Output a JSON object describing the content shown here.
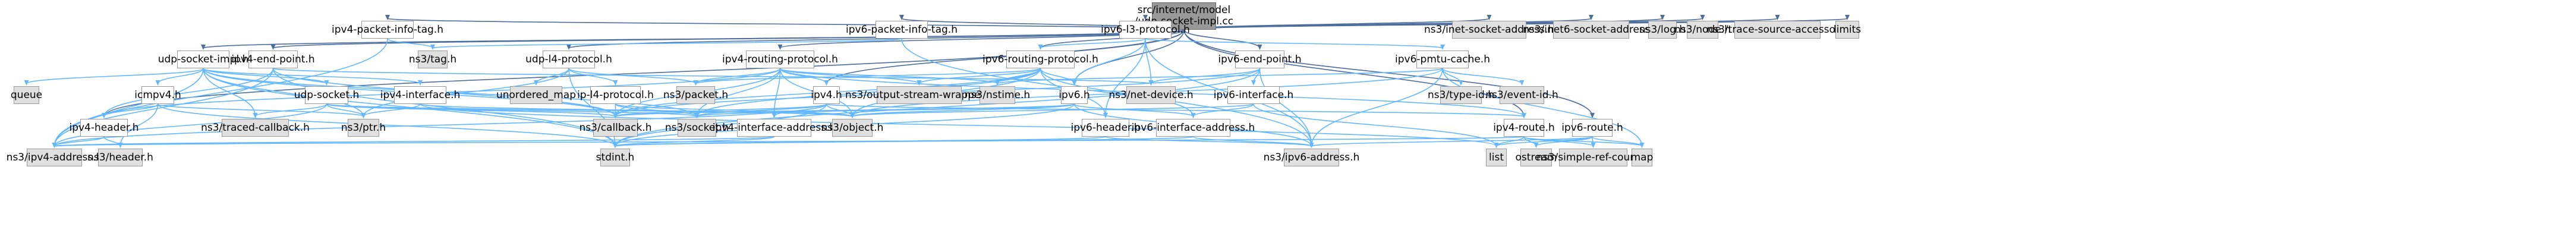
{
  "root": {
    "line1": "src/internet/model",
    "line2": "/udp-socket-impl.cc"
  },
  "nodes": {
    "ipv4_packet_info_tag_h": "ipv4-packet-info-tag.h",
    "ipv6_packet_info_tag_h": "ipv6-packet-info-tag.h",
    "ipv6_l3_protocol_h": "ipv6-l3-protocol.h",
    "inet_socket_address": "ns3/inet-socket-address.h",
    "inet6_socket_address": "ns3/inet6-socket-address.h",
    "log": "ns3/log.h",
    "node": "ns3/node.h",
    "trace_source_accessor": "ns3/trace-source-accessor.h",
    "limits": "limits",
    "tag": "ns3/tag.h",
    "udp_socket_impl_h": "udp-socket-impl.h",
    "ipv4_end_point_h": "ipv4-end-point.h",
    "udp_l4_protocol_h": "udp-l4-protocol.h",
    "ipv4_routing_protocol_h": "ipv4-routing-protocol.h",
    "ipv6_routing_protocol_h": "ipv6-routing-protocol.h",
    "ipv6_end_point_h": "ipv6-end-point.h",
    "ipv6_pmtu_cache_h": "ipv6-pmtu-cache.h",
    "queue": "queue",
    "icmpv4_h": "icmpv4.h",
    "udp_socket_h": "udp-socket.h",
    "ipv4_interface_h": "ipv4-interface.h",
    "unordered_map": "unordered_map",
    "ip_l4_protocol_h": "ip-l4-protocol.h",
    "packet": "ns3/packet.h",
    "ipv4_h": "ipv4.h",
    "output_stream_wrapper": "ns3/output-stream-wrapper.h",
    "nstime": "ns3/nstime.h",
    "ipv6_h": "ipv6.h",
    "net_device": "ns3/net-device.h",
    "ipv6_interface_h": "ipv6-interface.h",
    "type_id": "ns3/type-id.h",
    "event_id": "ns3/event-id.h",
    "ipv4_header_h": "ipv4-header.h",
    "traced_callback": "ns3/traced-callback.h",
    "ptr": "ns3/ptr.h",
    "callback": "ns3/callback.h",
    "socket": "ns3/socket.h",
    "ipv4_interface_address_h": "ipv4-interface-address.h",
    "object": "ns3/object.h",
    "ipv6_header_h": "ipv6-header.h",
    "ipv6_interface_address_h": "ipv6-interface-address.h",
    "ipv4_route_h": "ipv4-route.h",
    "ipv6_route_h": "ipv6-route.h",
    "ipv4_address": "ns3/ipv4-address.h",
    "header": "ns3/header.h",
    "stdint": "stdint.h",
    "ipv6_address": "ns3/ipv6-address.h",
    "list": "list",
    "ostream": "ostream",
    "simple_ref_count": "ns3/simple-ref-count.h",
    "map": "map"
  },
  "colors": {
    "edge": "#63b8ff",
    "edge_dark": "#4e6e9e",
    "node_border": "#999999",
    "external_fill": "#e0e0e0",
    "root_fill": "#999999"
  }
}
